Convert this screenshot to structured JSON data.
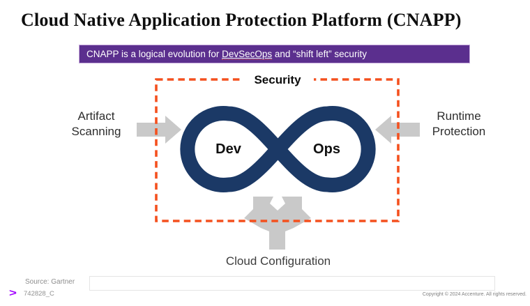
{
  "title": "Cloud Native Application Protection Platform (CNAPP)",
  "banner": {
    "prefix": "CNAPP is a logical evolution for ",
    "underlined": "DevSecOps",
    "suffix": " and “shift left” security",
    "bg_color": "#5B2F8E"
  },
  "diagram": {
    "security_label": "Security",
    "dev_label": "Dev",
    "ops_label": "Ops",
    "left_label": "Artifact Scanning",
    "right_label": "Runtime Protection",
    "bottom_label": "Cloud Configuration",
    "colors": {
      "loop": "#1B3966",
      "dashed_border": "#F4501E",
      "arrow": "#C9C9C9"
    }
  },
  "footer": {
    "source": "Source: Gartner",
    "logo_symbol": ">",
    "logo_color": "#A100FF",
    "doc_id": "742828_C",
    "copyright": "Copyright © 2024 Accenture. All rights reserved."
  }
}
